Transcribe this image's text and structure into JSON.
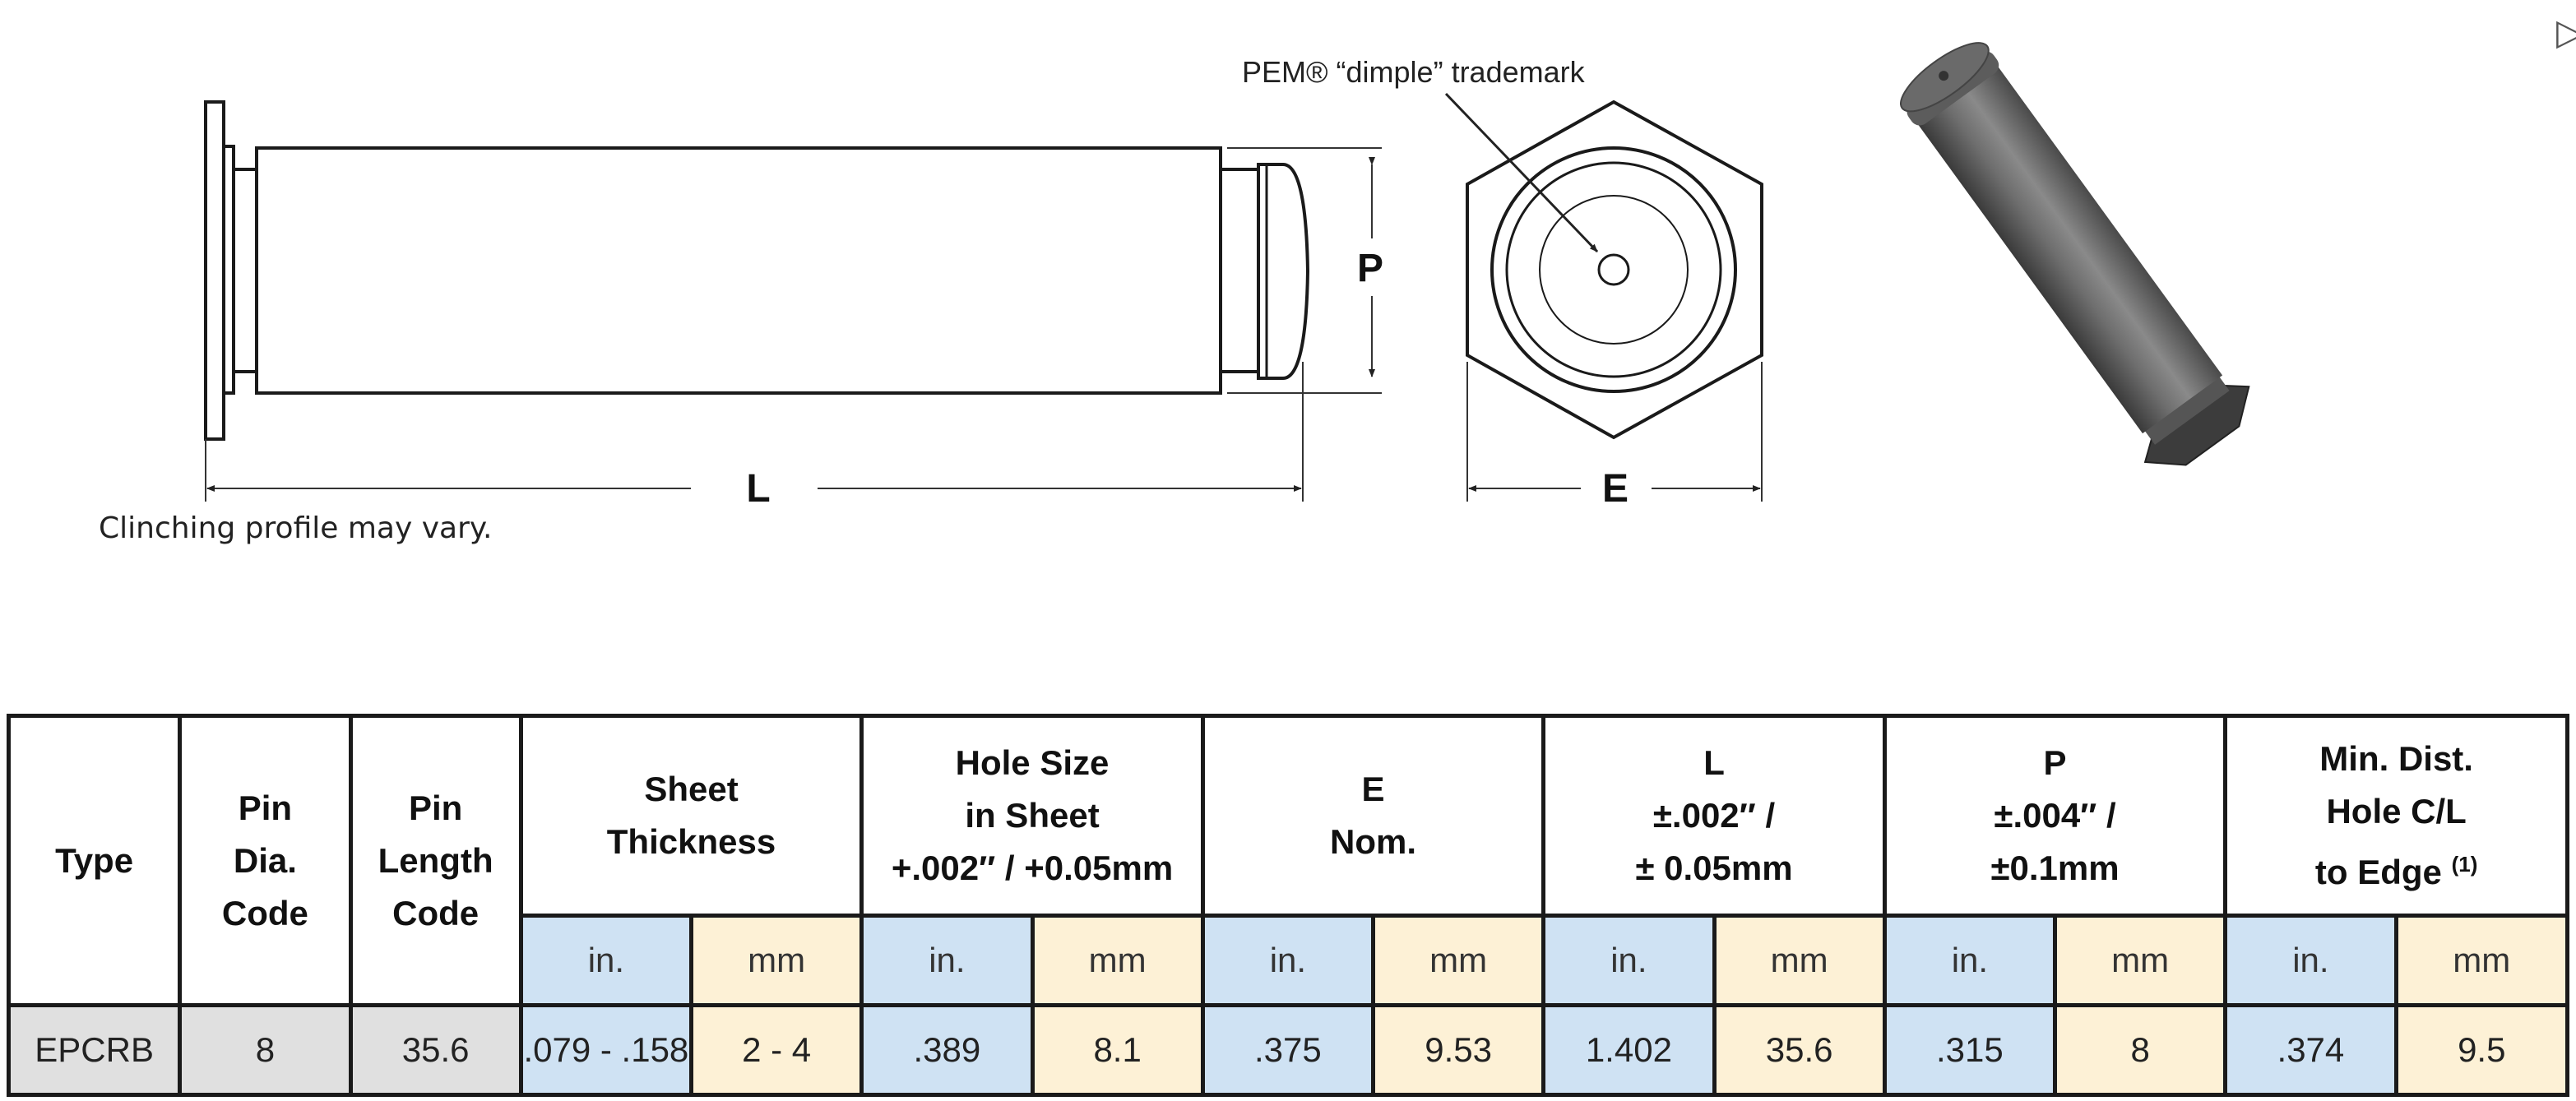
{
  "drawing": {
    "trademark_note": "PEM® “dimple” trademark",
    "dim_p": "P",
    "dim_l": "L",
    "dim_e": "E",
    "clinch_note": "Clinching profile may vary."
  },
  "table": {
    "headers": {
      "type": "Type",
      "pin_dia_code": "Pin\nDia.\nCode",
      "pin_length_code": "Pin\nLength\nCode",
      "sheet_thickness": "Sheet\nThickness",
      "hole_size": "Hole Size\nin Sheet\n+.002″ / +0.05mm",
      "e_nom": "E\nNom.",
      "l_tol": "L\n±.002″ /\n± 0.05mm",
      "p_tol": "P\n±.004″ /\n±0.1mm",
      "min_dist": "Min. Dist.\nHole C/L\nto Edge",
      "min_dist_note": "(1)",
      "unit_in": "in.",
      "unit_mm": "mm"
    },
    "row": {
      "type": "EPCRB",
      "pin_dia_code": "8",
      "pin_length_code": "35.6",
      "sheet_in": ".079 - .158",
      "sheet_mm": "2 - 4",
      "hole_in": ".389",
      "hole_mm": "8.1",
      "e_in": ".375",
      "e_mm": "9.53",
      "l_in": "1.402",
      "l_mm": "35.6",
      "p_in": ".315",
      "p_mm": "8",
      "dist_in": ".374",
      "dist_mm": "9.5"
    }
  },
  "colors": {
    "inch_column": "#cfe2f3",
    "mm_column": "#fdf1d6",
    "lead_cells": "#e0e0e0"
  }
}
